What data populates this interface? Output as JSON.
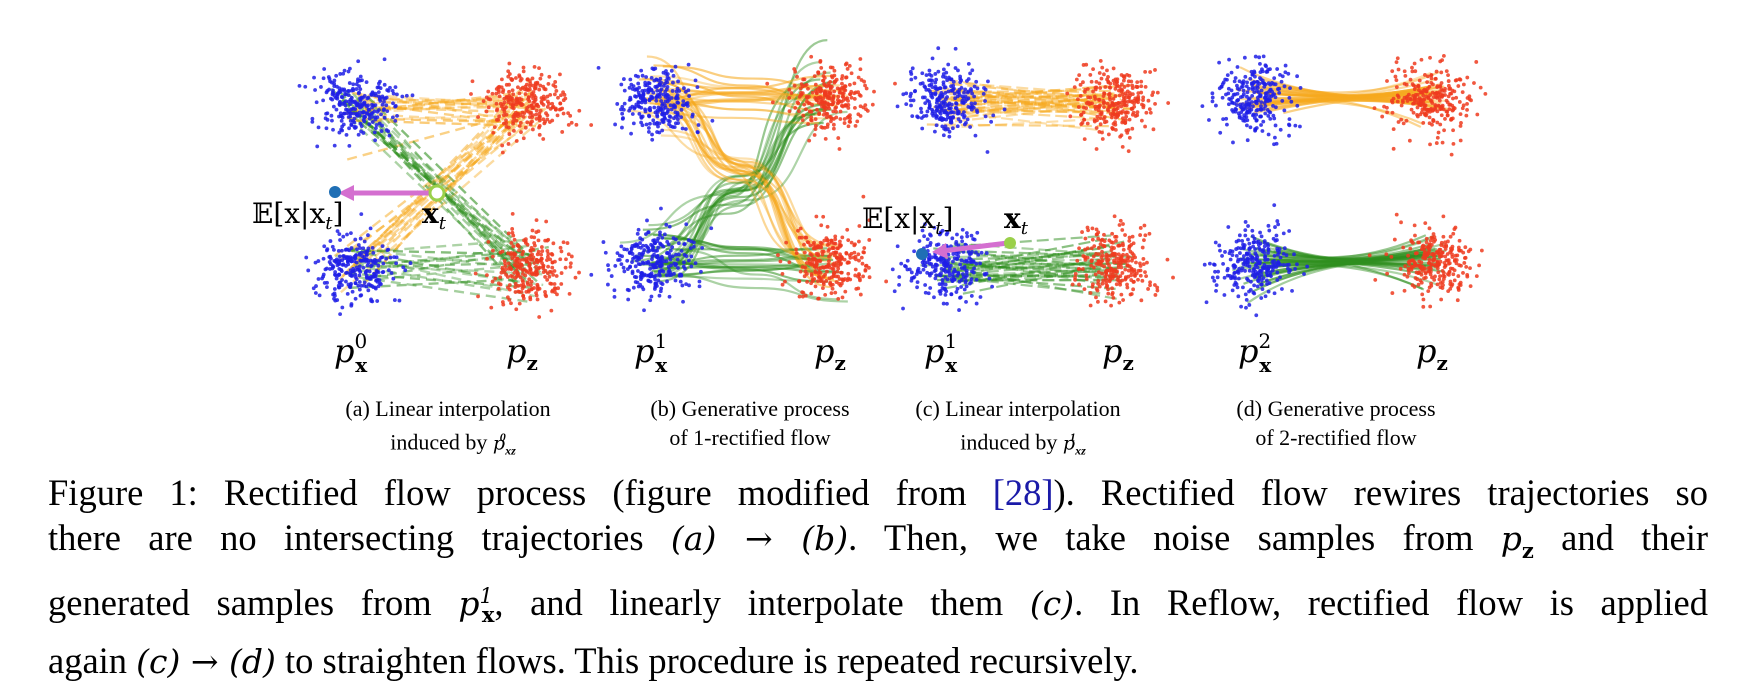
{
  "panels": [
    {
      "id": "a",
      "caption_line1": "(a) Linear interpolation",
      "caption_line2_text": "induced by ",
      "caption_line2_math": "p",
      "caption_line2_sub": "xz",
      "caption_line2_sup": "0",
      "source_label": {
        "base": "p",
        "sub": "x",
        "sup": "0"
      },
      "target_label": {
        "base": "p",
        "sub": "z"
      },
      "annotations": {
        "expectation": "𝔼[x|x",
        "expectation_sub": "t",
        "expectation_close": "]",
        "point": "x",
        "point_sub": "t"
      }
    },
    {
      "id": "b",
      "caption_line1": "(b) Generative process",
      "caption_line2_text": "of 1-rectified flow",
      "source_label": {
        "base": "p",
        "sub": "x",
        "sup": "1"
      },
      "target_label": {
        "base": "p",
        "sub": "z"
      }
    },
    {
      "id": "c",
      "caption_line1": "(c) Linear interpolation",
      "caption_line2_text": "induced by ",
      "caption_line2_math": "p",
      "caption_line2_sub": "xz",
      "caption_line2_sup": "1",
      "source_label": {
        "base": "p",
        "sub": "x",
        "sup": "1"
      },
      "target_label": {
        "base": "p",
        "sub": "z"
      },
      "annotations": {
        "expectation": "𝔼[x|x",
        "expectation_sub": "t",
        "expectation_close": "]",
        "point": "x",
        "point_sub": "t"
      }
    },
    {
      "id": "d",
      "caption_line1": "(d) Generative process",
      "caption_line2_text": "of 2-rectified flow",
      "source_label": {
        "base": "p",
        "sub": "x",
        "sup": "2"
      },
      "target_label": {
        "base": "p",
        "sub": "z"
      }
    }
  ],
  "caption": {
    "l1_a": "Figure 1: Rectified flow process (figure modified from ",
    "l1_ref": "[28]",
    "l1_b": "). Rectified flow rewires trajectories so",
    "l2_a": "there are no intersecting trajectories ",
    "l2_m1": "(a) → (b)",
    "l2_b": ". Then, we take noise samples from ",
    "l2_m2": "p",
    "l2_m2_sub": "z",
    "l2_c": " and their",
    "l3_a": "generated samples from ",
    "l3_m1": "p",
    "l3_m1_sub": "x",
    "l3_m1_sup": "1",
    "l3_b": ", and linearly interpolate them ",
    "l3_m2": "(c)",
    "l3_c": ". In Reflow, rectified flow is applied",
    "l4_a": "again ",
    "l4_m1": "(c) → (d)",
    "l4_b": " to straighten flows. This procedure is repeated recursively."
  },
  "colors": {
    "source": "#1f1fe6",
    "target": "#ee3b1e",
    "orange_flow": "#f6a91e",
    "green_flow": "#2f8f1f",
    "arrow": "#d46fd0",
    "expectation_dot": "#1f6fb5",
    "point_dot": "#9ad04a"
  }
}
